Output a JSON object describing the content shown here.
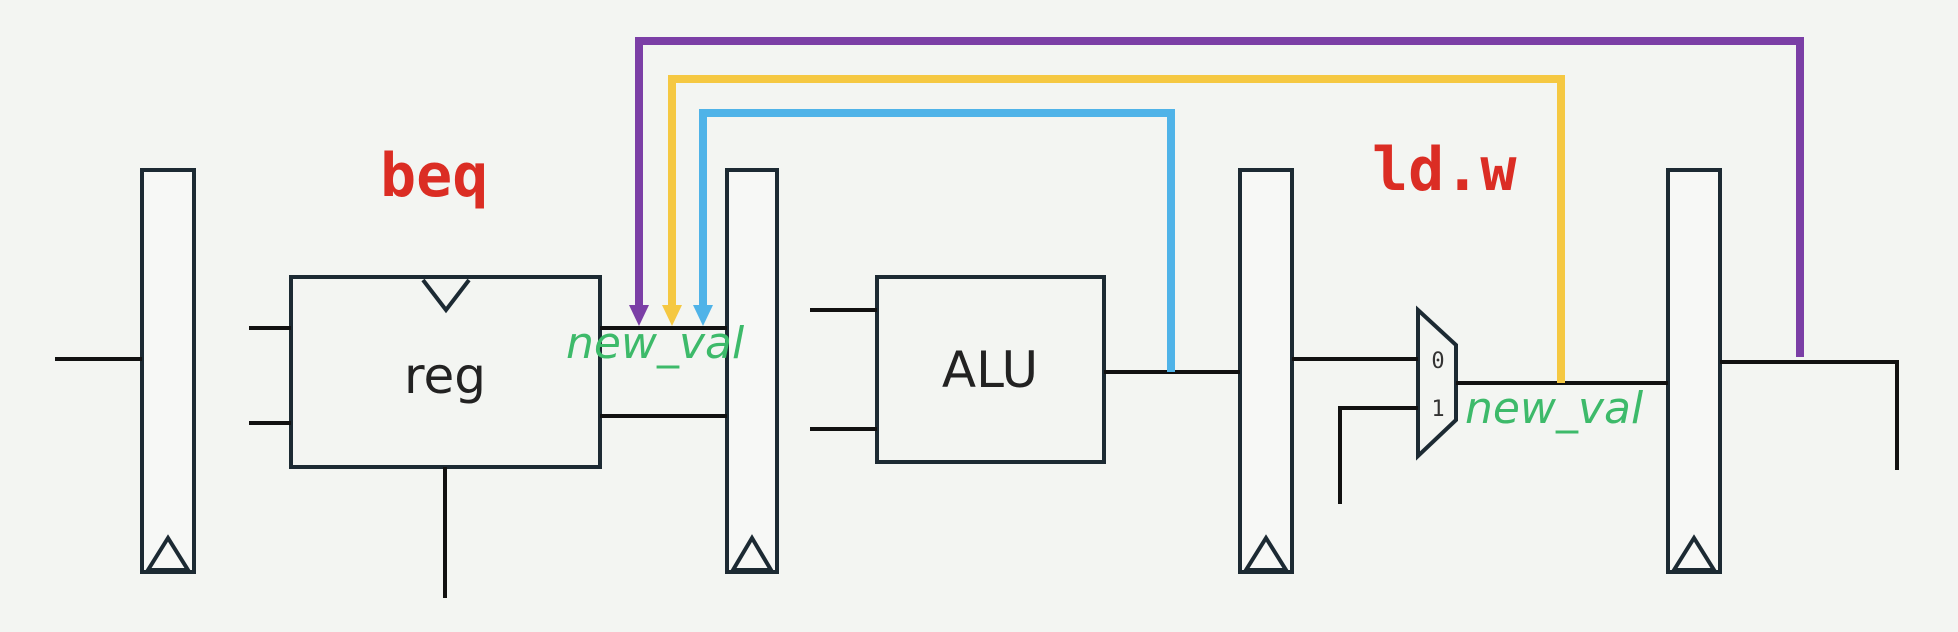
{
  "labels": {
    "beq": "beq",
    "ldw": "ld.w",
    "new_val_left": "new_val",
    "new_val_right": "new_val",
    "reg": "reg",
    "alu": "ALU",
    "mux_in0": "0",
    "mux_in1": "1"
  },
  "colors": {
    "background": "#f3f5f2",
    "stroke": "#1c2a33",
    "wire": "#111111",
    "purple": "#7b3fa6",
    "yellow": "#f5c842",
    "blue": "#4fb3e8",
    "instr_red": "#db2d24",
    "signal_green": "#3dba6a"
  },
  "forwarding_paths": [
    {
      "name": "purple-forward-path",
      "color": "purple"
    },
    {
      "name": "yellow-forward-path",
      "color": "yellow"
    },
    {
      "name": "blue-forward-path",
      "color": "blue"
    }
  ]
}
